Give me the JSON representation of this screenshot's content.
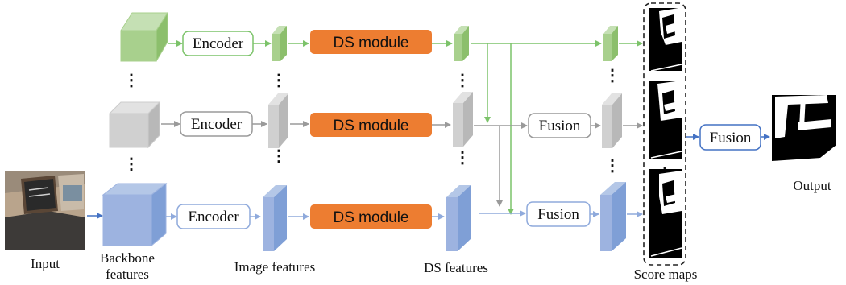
{
  "labels": {
    "input": "Input",
    "backbone_line1": "Backbone",
    "backbone_line2": "features",
    "image_features": "Image features",
    "ds_features": "DS features",
    "score_maps": "Score maps",
    "output": "Output"
  },
  "modules": {
    "encoder": "Encoder",
    "ds_module": "DS module",
    "fusion": "Fusion"
  },
  "ellipsis": "⋮",
  "colors": {
    "green_arrow": "#7cc36a",
    "green_fill": "#a8d08d",
    "gray_arrow": "#9a9a9a",
    "gray_fill": "#d0d0d0",
    "blue_arrow": "#4472c4",
    "blue_fill": "#9db3e0",
    "ds_orange": "#ed7d31",
    "dashed_border": "#222222"
  }
}
